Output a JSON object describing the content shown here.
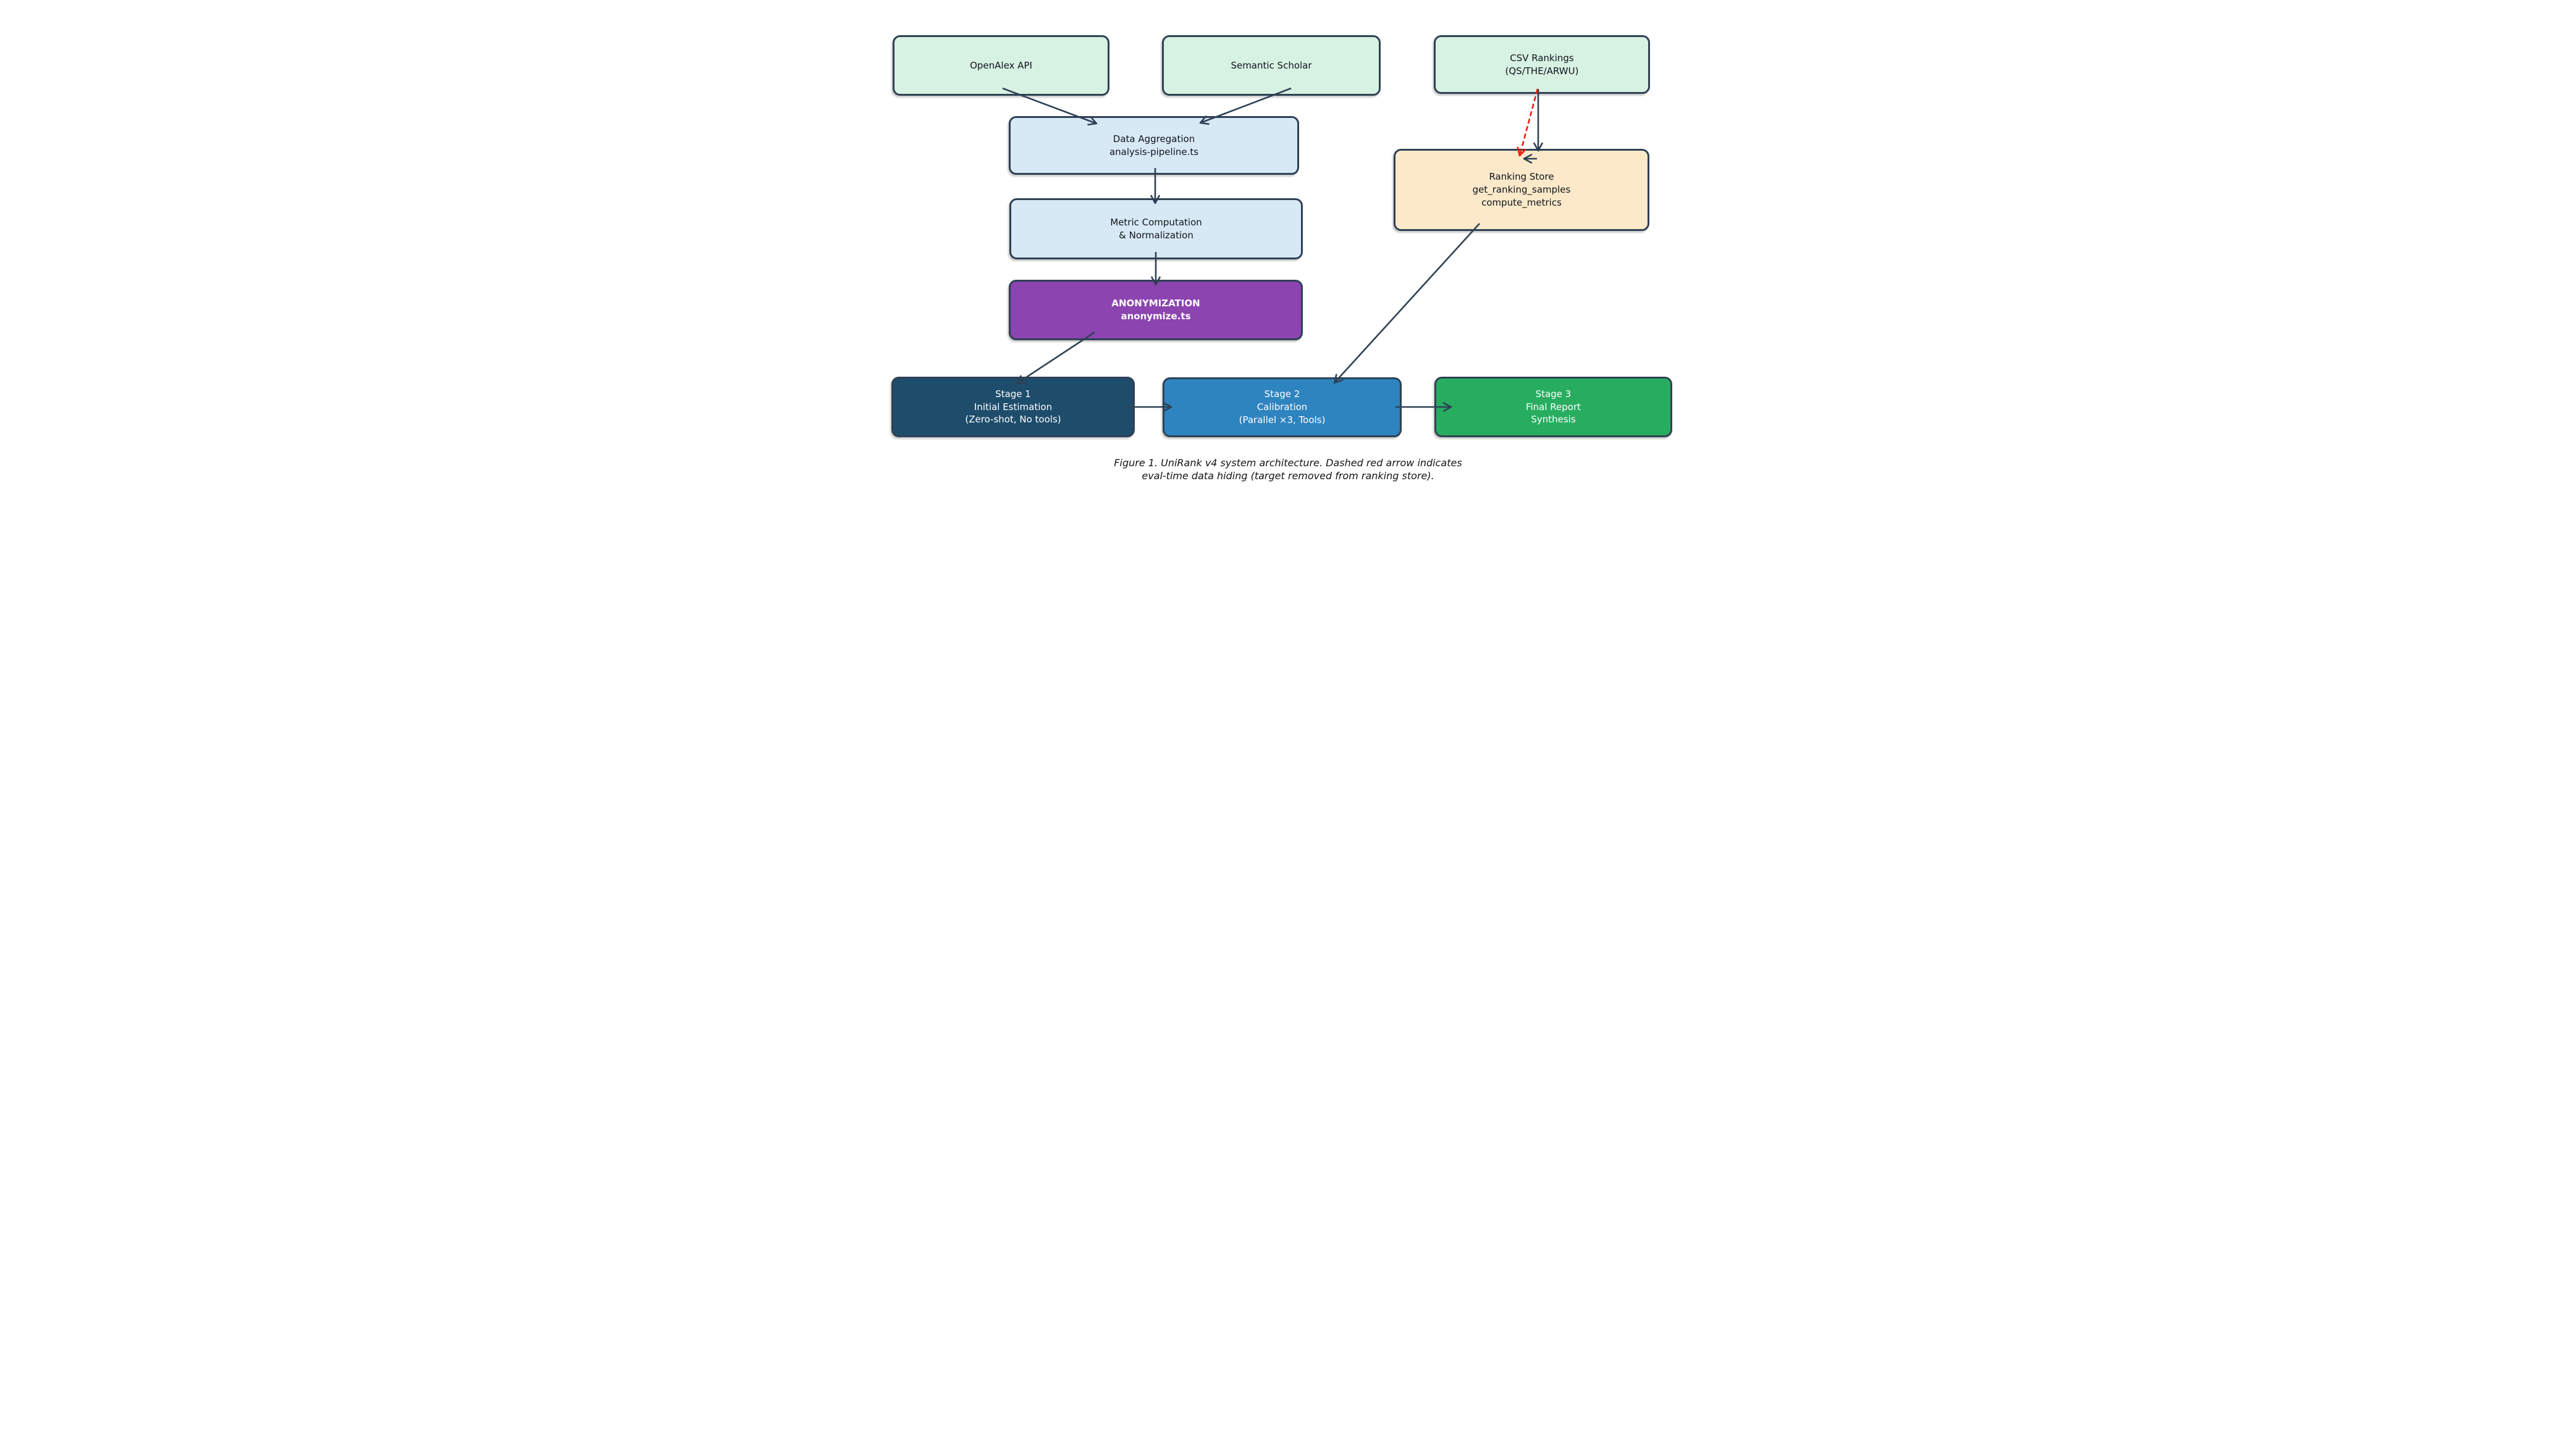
{
  "nodes": {
    "openalex": {
      "line1": "OpenAlex API"
    },
    "semantic_scholar": {
      "line1": "Semantic Scholar"
    },
    "csv_rankings": {
      "line1": "CSV Rankings",
      "line2": "(QS/THE/ARWU)"
    },
    "data_aggregation": {
      "line1": "Data Aggregation",
      "line2": "analysis-pipeline.ts"
    },
    "metric_computation": {
      "line1": "Metric Computation",
      "line2": "& Normalization"
    },
    "anonymization": {
      "line1": "ANONYMIZATION",
      "line2": "anonymize.ts"
    },
    "ranking_store": {
      "line1": "Ranking Store",
      "line2": "get_ranking_samples",
      "line3": "compute_metrics"
    },
    "stage1": {
      "line1": "Stage 1",
      "line2": "Initial Estimation",
      "line3": "(Zero-shot, No tools)"
    },
    "stage2": {
      "line1": "Stage 2",
      "line2": "Calibration",
      "line3": "(Parallel ×3, Tools)"
    },
    "stage3": {
      "line1": "Stage 3",
      "line2": "Final Report",
      "line3": "Synthesis"
    }
  },
  "caption": {
    "line1": "Figure 1. UniRank v4 system architecture. Dashed red arrow indicates",
    "line2": "eval-time data hiding (target removed from ranking store)."
  },
  "colors": {
    "source_fill": "#d7f1e2",
    "process_fill": "#d8e9f6",
    "store_fill": "#fbe9ca",
    "anonymization_fill": "#8c44b0",
    "stage1_fill": "#1e4d6c",
    "stage2_fill": "#2e84bf",
    "stage3_fill": "#28ad60",
    "outline_and_arrows": "#2e4154",
    "red_dashed_arrow": "#ec1a0e",
    "light_text": "#ffffff",
    "dark_text": "#0f1419"
  }
}
